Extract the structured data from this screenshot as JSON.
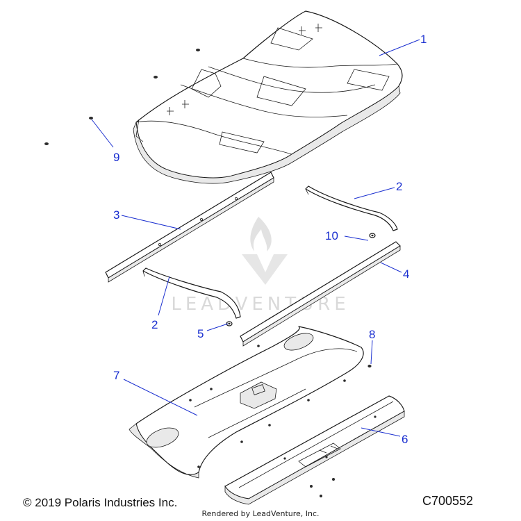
{
  "callouts": {
    "c1": "1",
    "c2a": "2",
    "c2b": "2",
    "c3": "3",
    "c4": "4",
    "c5": "5",
    "c6": "6",
    "c7": "7",
    "c8": "8",
    "c9": "9",
    "c10": "10"
  },
  "watermark": "LEADVENTURE",
  "footer": {
    "copyright": "© 2019 Polaris Industries Inc.",
    "code": "C700552",
    "rendered_by": "Rendered by LeadVenture, Inc."
  },
  "colors": {
    "callout": "#1a2fd0",
    "line": "#1a1a1a",
    "watermark": "#d9d9d9"
  }
}
